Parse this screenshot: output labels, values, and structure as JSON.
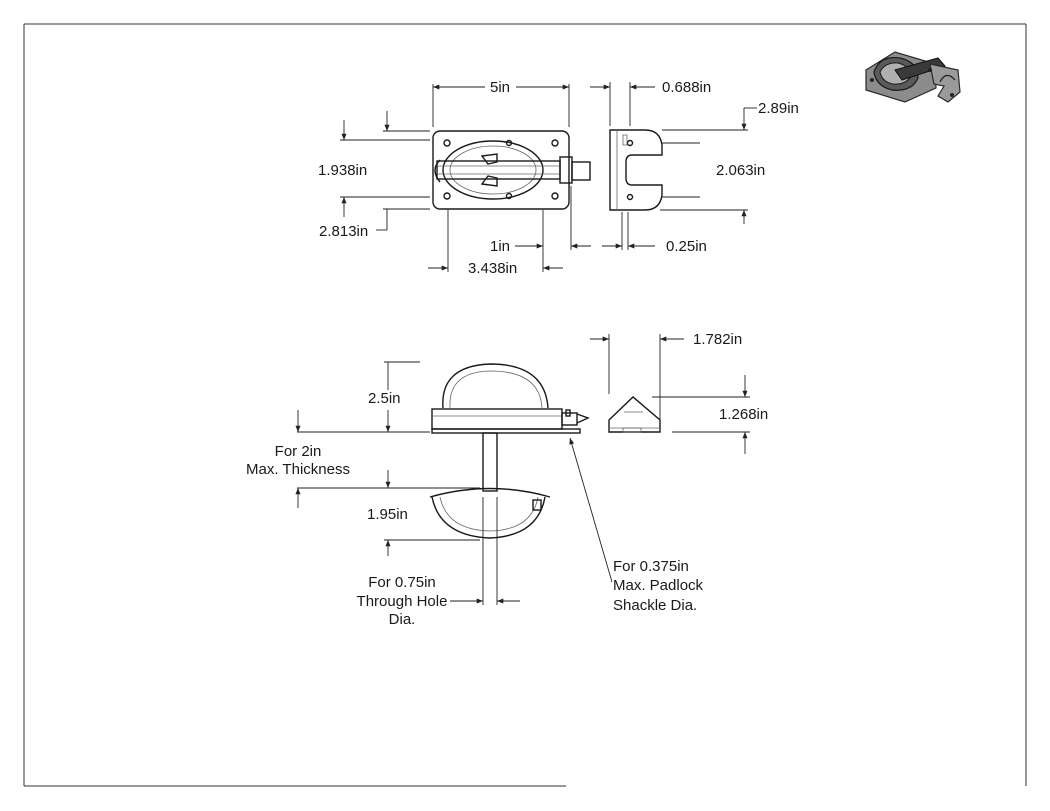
{
  "drawing": {
    "front_view": {
      "width": "5in",
      "plate_height": "1.938in",
      "overall_height": "2.813in",
      "bolt_offset": "1in",
      "hole_spacing": "3.438in"
    },
    "side_view": {
      "depth": "0.688in",
      "height": "2.89in",
      "slot_spacing": "2.063in",
      "thickness": "0.25in"
    },
    "bottom_view": {
      "handle_height": "2.5in",
      "lower_handle_height": "1.95in",
      "max_thickness_note": [
        "For 2in",
        "Max. Thickness"
      ],
      "through_hole_note": [
        "For 0.75in",
        "Through Hole",
        "Dia."
      ],
      "padlock_note": [
        "For 0.375in",
        "Max. Padlock",
        "Shackle Dia."
      ]
    },
    "end_view": {
      "width": "1.782in",
      "height": "1.268in"
    },
    "iso_view": {
      "icon": "latch-isometric-icon"
    }
  }
}
